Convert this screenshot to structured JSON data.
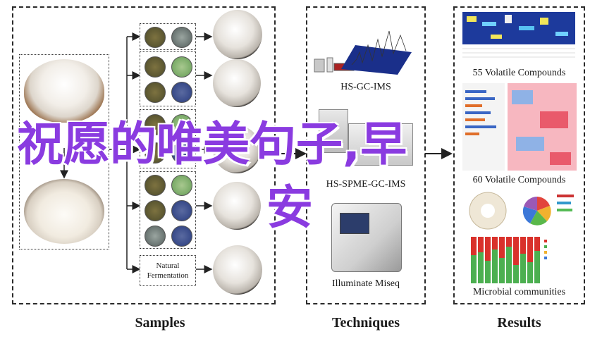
{
  "sections": {
    "samples": "Samples",
    "techniques": "Techniques",
    "results": "Results"
  },
  "fermentation_label": "Natural\nFermentation",
  "technique_captions": [
    "HS-GC-IMS",
    "HS-SPME-GC-IMS",
    "Illuminate Miseq"
  ],
  "result_captions": [
    "55 Volatile Compounds",
    "60 Volatile Compounds",
    "Microbial communities"
  ],
  "overlay": {
    "line1": "祝愿的唯美句子,早",
    "line2": "安"
  },
  "colors": {
    "overlay_text": "#8a3be0",
    "border": "#2b2b2b"
  }
}
